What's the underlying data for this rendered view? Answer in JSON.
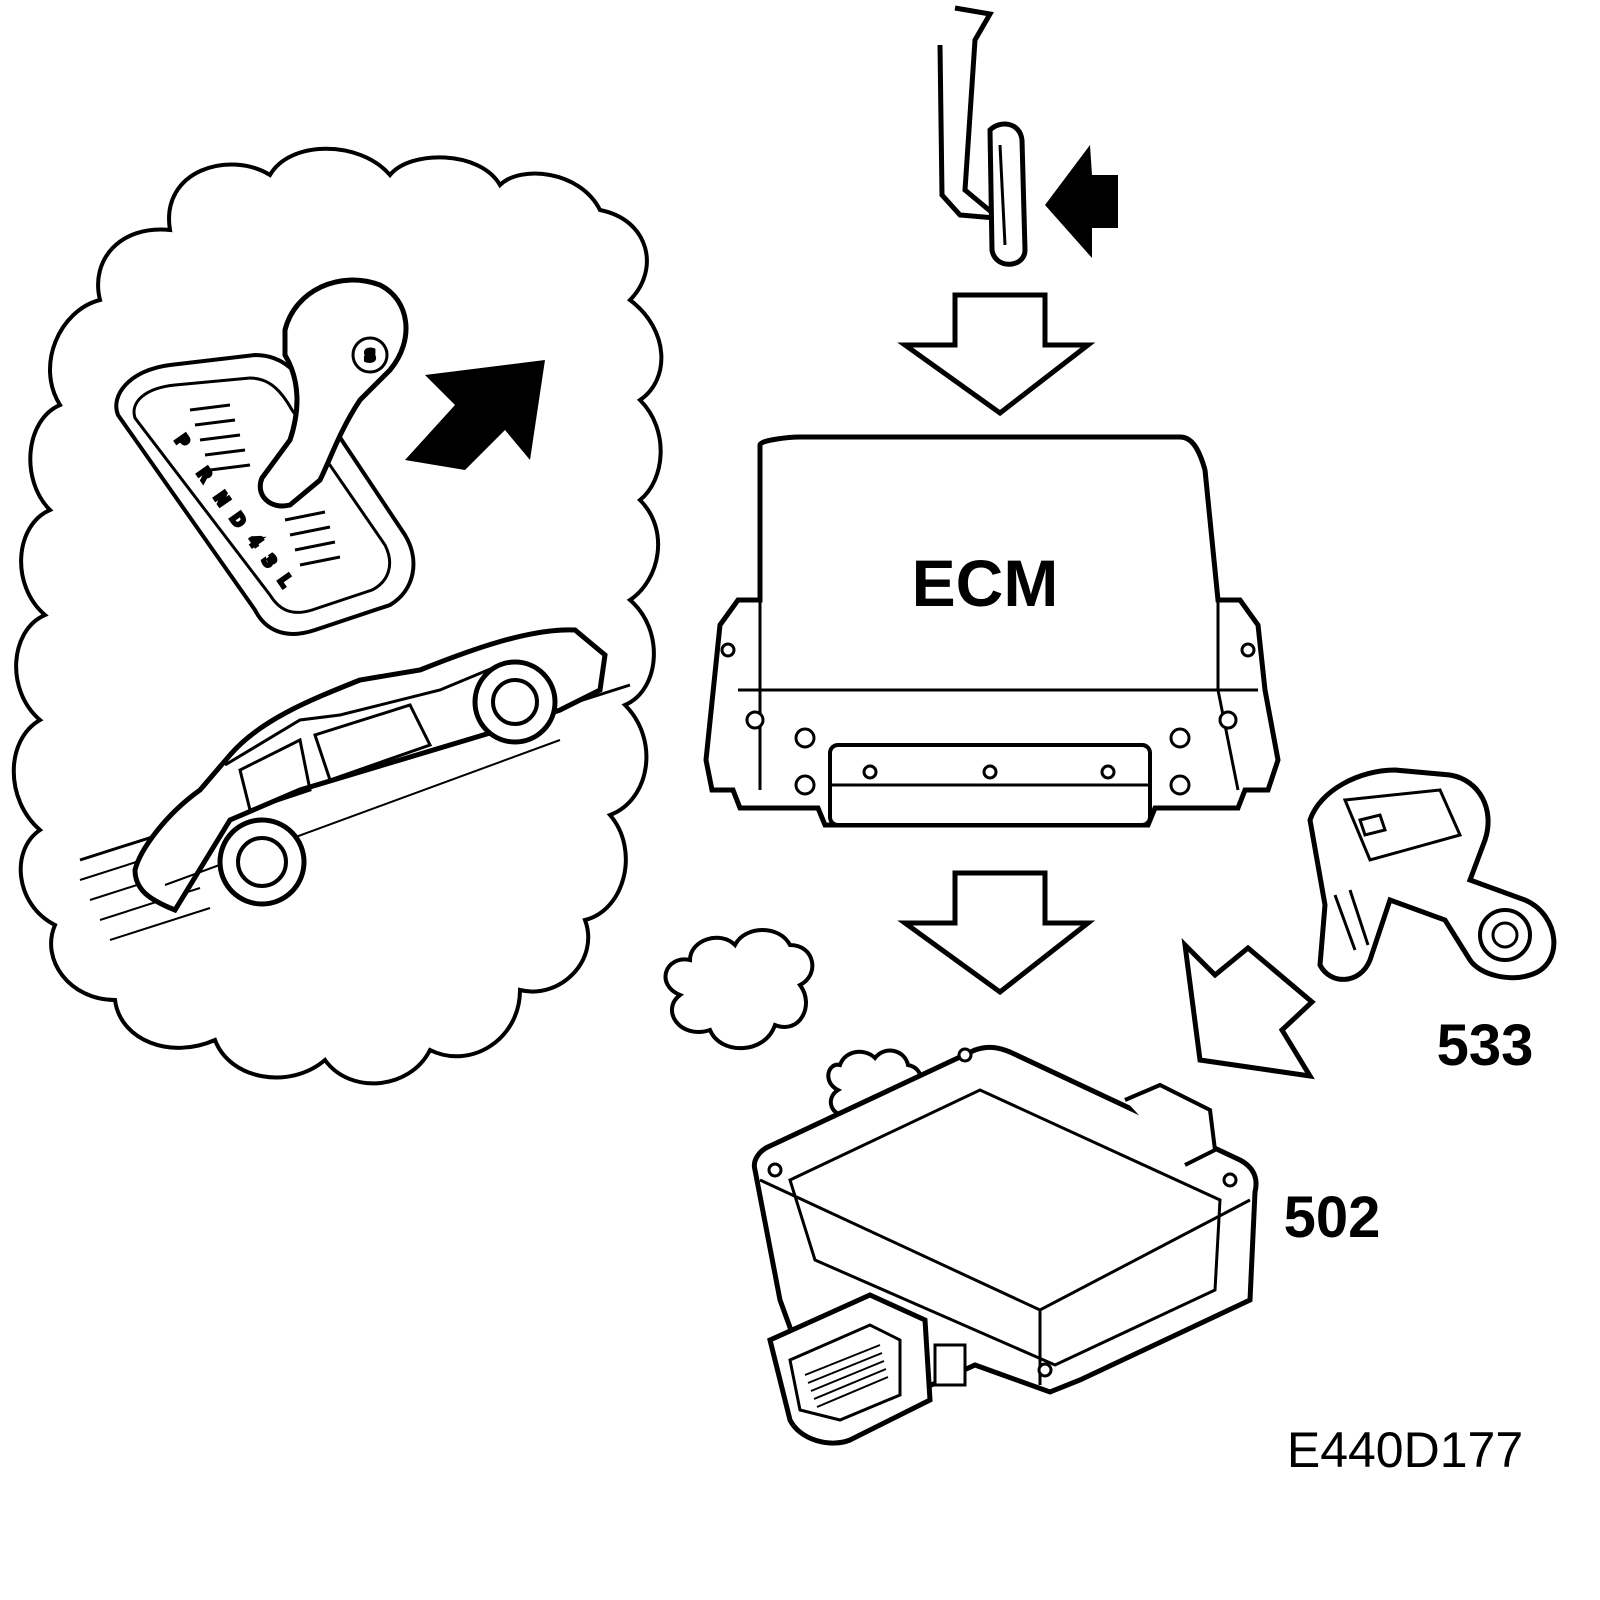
{
  "diagram": {
    "ecm_label": "ECM",
    "callouts": {
      "sensor": "533",
      "module": "502"
    },
    "reference_code": "E440D177",
    "gear_positions": [
      "P",
      "R",
      "N",
      "D",
      "4",
      "3",
      "L"
    ],
    "sport_button_letter": "S"
  },
  "colors": {
    "ink": "#000000",
    "background": "#ffffff"
  }
}
